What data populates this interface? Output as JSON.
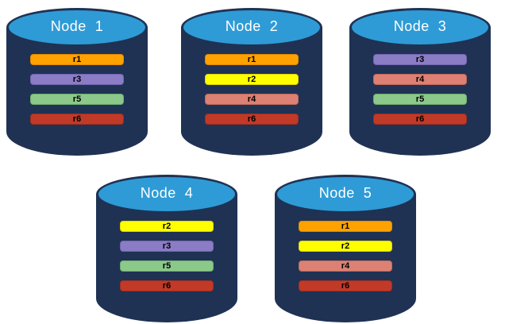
{
  "diagram": {
    "title": "database-replication-layout",
    "colors": {
      "background": "#FFFFFF",
      "cylinder_body": "#1F3254",
      "cylinder_top": "#2E9BD6",
      "node_label_text": "#FFFFFF",
      "replica_label_text": "#000000"
    },
    "replica_colors": {
      "r1": {
        "fill": "#FFA200",
        "border": "#E08900"
      },
      "r2": {
        "fill": "#FFFF00",
        "border": "#DFD400"
      },
      "r3": {
        "fill": "#8B7CC6",
        "border": "#7464B0"
      },
      "r4": {
        "fill": "#DC8173",
        "border": "#C2695B"
      },
      "r5": {
        "fill": "#8BC88A",
        "border": "#6FAE6E"
      },
      "r6": {
        "fill": "#C13A27",
        "border": "#A02E1E"
      }
    },
    "nodes": [
      {
        "label": "Node  1",
        "replicas": [
          "r1",
          "r3",
          "r5",
          "r6"
        ]
      },
      {
        "label": "Node  2",
        "replicas": [
          "r1",
          "r2",
          "r4",
          "r6"
        ]
      },
      {
        "label": "Node  3",
        "replicas": [
          "r3",
          "r4",
          "r5",
          "r6"
        ]
      },
      {
        "label": "Node  4",
        "replicas": [
          "r2",
          "r3",
          "r5",
          "r6"
        ]
      },
      {
        "label": "Node  5",
        "replicas": [
          "r1",
          "r2",
          "r4",
          "r6"
        ]
      }
    ]
  }
}
